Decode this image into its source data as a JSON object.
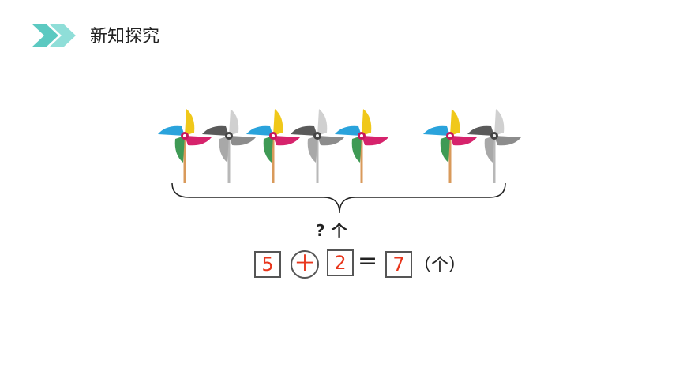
{
  "header": {
    "title": "新知探究",
    "accent": "#5cc9c1"
  },
  "pinwheel_colors": {
    "colorful": {
      "yellow": "#f0c81a",
      "pink": "#d6236c",
      "green": "#3f9a55",
      "blue": "#2aa3dc",
      "hub": "#c8175c",
      "stick": "#d99a5b"
    },
    "gray": {
      "light": "#d0d0d0",
      "mid": "#8c8c8c",
      "dark": "#3c3c3c",
      "hub": "#444444",
      "stick": "#b8b8b8"
    }
  },
  "pinwheels": {
    "group_left": [
      "colorful",
      "gray",
      "colorful",
      "gray",
      "colorful"
    ],
    "group_right": [
      "colorful",
      "gray"
    ]
  },
  "question": {
    "mark": "?",
    "unit": "个"
  },
  "equation": {
    "a": "5",
    "operator": "＋",
    "b": "2",
    "equals": "=",
    "result": "7",
    "unit": "（个）",
    "answer_color": "#e8361c"
  }
}
